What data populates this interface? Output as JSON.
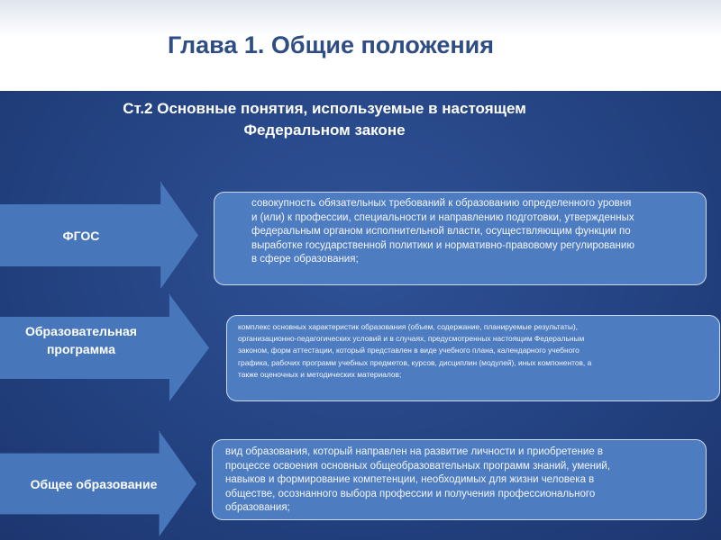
{
  "slide": {
    "title": "Глава 1. Общие положения",
    "subtitle_line1": "Ст.2 Основные понятия, используемые в настоящем",
    "subtitle_line2": "Федеральном законе",
    "terms": [
      {
        "label": "ФГОС",
        "definition_lines": [
          "совокупность обязательных требований к образованию определенного уровня",
          "и (или) к профессии, специальности и направлению подготовки, утвержденных",
          "федеральным органом исполнительной власти, осуществляющим функции по",
          "выработке государственной политики и нормативно-правовому регулированию",
          "в сфере образования;"
        ]
      },
      {
        "label_line1": "Образовательная",
        "label_line2": "программа",
        "definition_lines": [
          "комплекс основных характеристик образования (объем, содержание, планируемые результаты),",
          "организационно-педагогических условий и в случаях, предусмотренных настоящим Федеральным",
          "законом, форм аттестации, который представлен в виде учебного плана, календарного учебного",
          "графика, рабочих программ учебных предметов, курсов, дисциплин (модулей), иных компонентов, а",
          "также оценочных и методических материалов;"
        ]
      },
      {
        "label": "Общее образование",
        "definition_lines": [
          "вид образования, который направлен на развитие личности и приобретение в",
          "процессе освоения основных общеобразовательных программ знаний, умений,",
          "навыков и формирование компетенции, необходимых для жизни человека в",
          "обществе, осознанного выбора профессии и получения профессионального",
          "образования;"
        ]
      }
    ]
  }
}
